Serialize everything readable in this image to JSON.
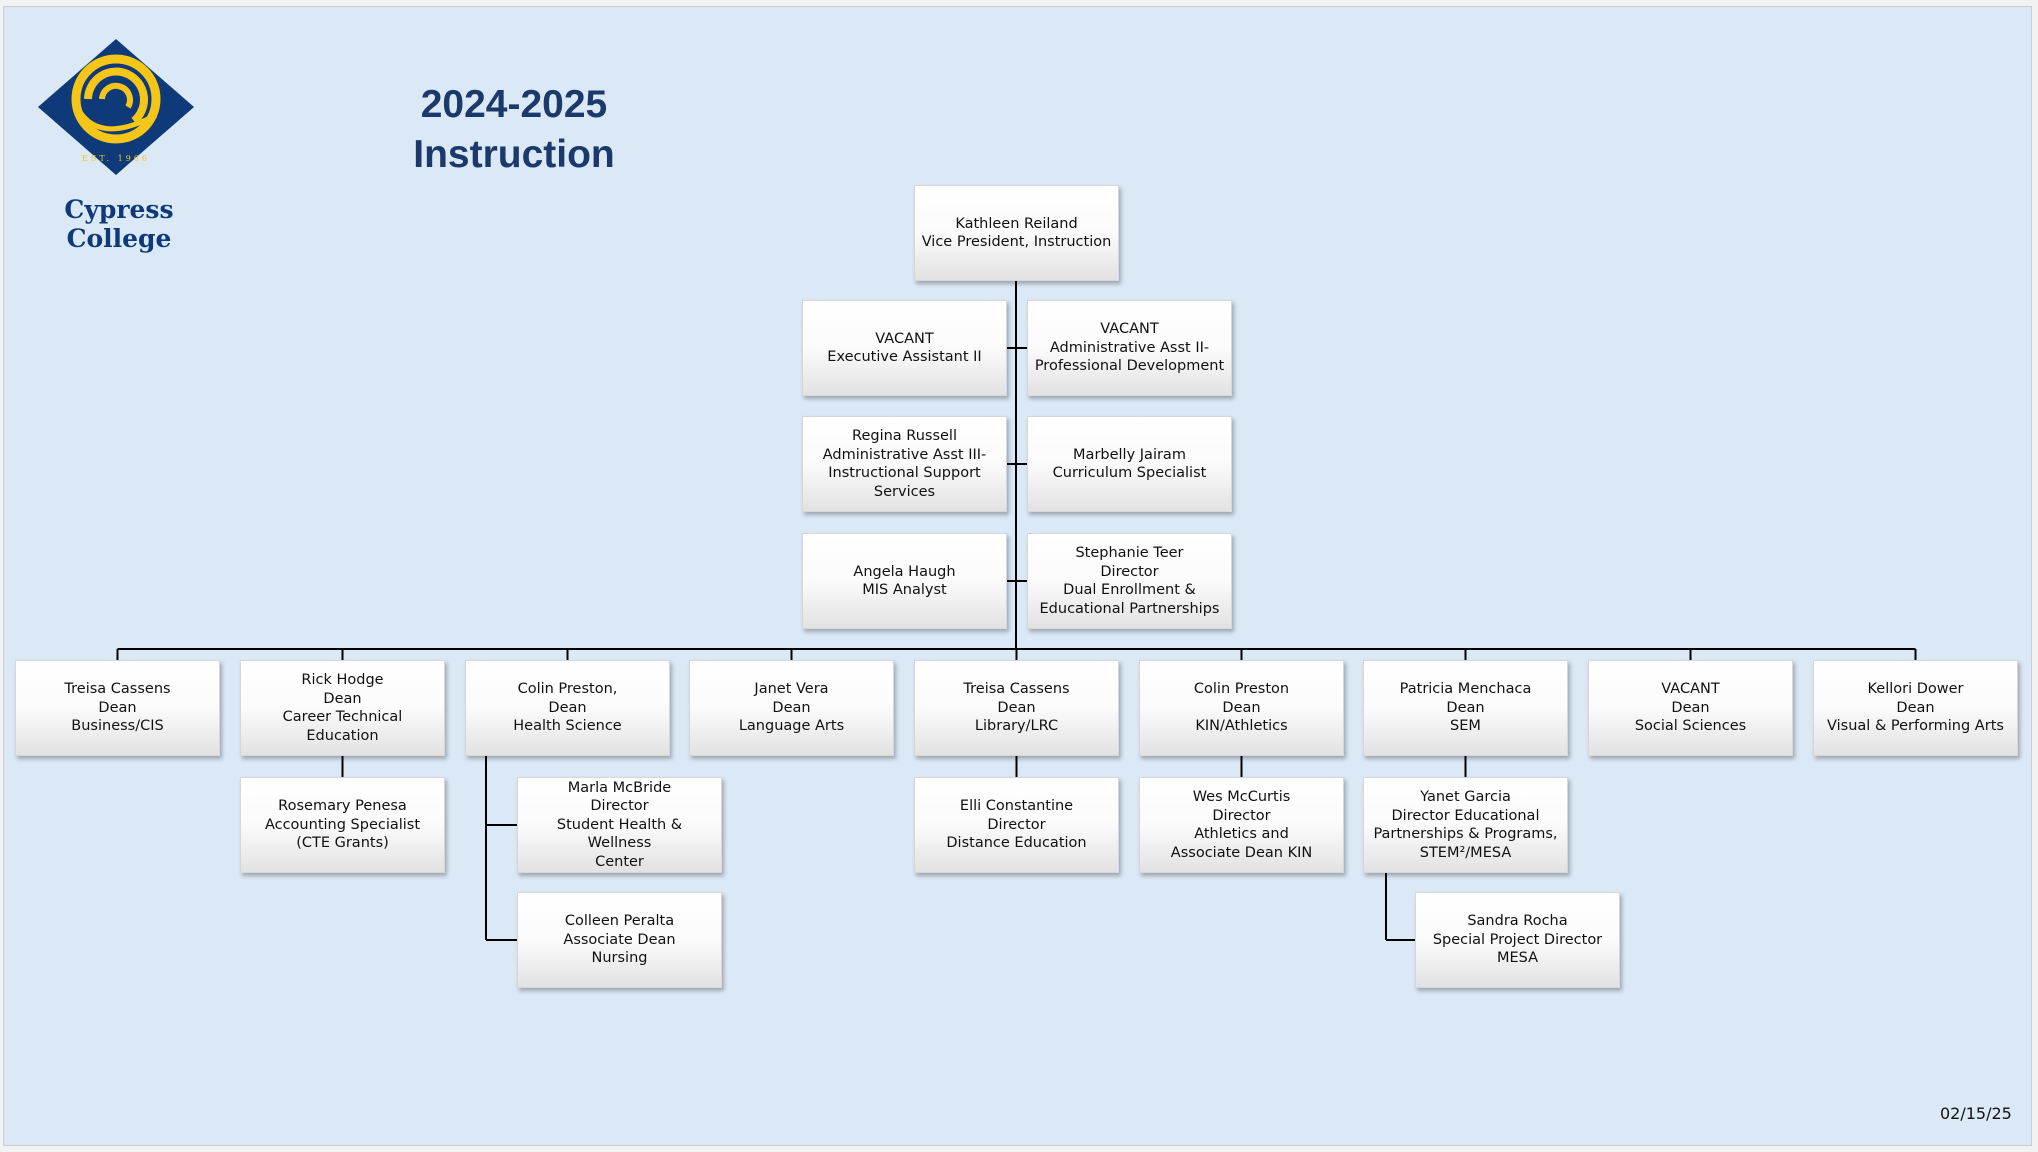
{
  "college_name": "Cypress College",
  "logo": {
    "icon": "cypress-college-seal-icon",
    "inscription": "EST. 1966",
    "colors": {
      "blue": "#0e3a7a",
      "gold": "#f5c518"
    }
  },
  "title": {
    "year": "2024-2025",
    "department": "Instruction"
  },
  "date": "02/15/25",
  "colors": {
    "background": "#dbe8f6",
    "title": "#1b3a6b",
    "line": "#000000"
  },
  "org_chart": {
    "root": {
      "id": "vp",
      "lines": [
        "Kathleen Reiland",
        "Vice President, Instruction"
      ]
    },
    "staff": [
      {
        "id": "s1",
        "lines": [
          "VACANT",
          "Executive Assistant II"
        ]
      },
      {
        "id": "s2",
        "lines": [
          "VACANT",
          "Administrative Asst II-",
          "Professional Development"
        ]
      },
      {
        "id": "s3",
        "lines": [
          "Regina Russell",
          "Administrative Asst III-",
          "Instructional Support",
          "Services"
        ]
      },
      {
        "id": "s4",
        "lines": [
          "Marbelly Jairam",
          "Curriculum Specialist"
        ]
      },
      {
        "id": "s5",
        "lines": [
          "Angela Haugh",
          "MIS Analyst"
        ]
      },
      {
        "id": "s6",
        "lines": [
          "Stephanie Teer",
          "Director",
          "Dual Enrollment &",
          "Educational Partnerships"
        ]
      }
    ],
    "deans": [
      {
        "id": "d1",
        "lines": [
          "Treisa Cassens",
          "Dean",
          "Business/CIS"
        ]
      },
      {
        "id": "d2",
        "lines": [
          "Rick Hodge",
          "Dean",
          "Career Technical Education"
        ]
      },
      {
        "id": "d3",
        "lines": [
          "Colin Preston,",
          "Dean",
          "Health Science"
        ]
      },
      {
        "id": "d4",
        "lines": [
          "Janet Vera",
          "Dean",
          "Language Arts"
        ]
      },
      {
        "id": "d5",
        "lines": [
          "Treisa Cassens",
          "Dean",
          "Library/LRC"
        ]
      },
      {
        "id": "d6",
        "lines": [
          "Colin Preston",
          "Dean",
          "KIN/Athletics"
        ]
      },
      {
        "id": "d7",
        "lines": [
          "Patricia Menchaca",
          "Dean",
          "SEM"
        ]
      },
      {
        "id": "d8",
        "lines": [
          "VACANT",
          "Dean",
          "Social Sciences"
        ]
      },
      {
        "id": "d9",
        "lines": [
          "Kellori Dower",
          "Dean",
          "Visual & Performing Arts"
        ]
      }
    ],
    "reports": [
      {
        "id": "r1",
        "parent": "d2",
        "lines": [
          "Rosemary Penesa",
          "Accounting Specialist",
          "(CTE Grants)"
        ]
      },
      {
        "id": "r2",
        "parent": "d3",
        "lines": [
          "Marla McBride",
          "Director",
          "Student Health & Wellness",
          "Center"
        ]
      },
      {
        "id": "r3",
        "parent": "d3",
        "lines": [
          "Colleen Peralta",
          "Associate Dean",
          "Nursing"
        ]
      },
      {
        "id": "r4",
        "parent": "d5",
        "lines": [
          "Elli Constantine",
          "Director",
          "Distance Education"
        ]
      },
      {
        "id": "r5",
        "parent": "d6",
        "lines": [
          "Wes McCurtis",
          "Director",
          "Athletics and",
          "Associate Dean KIN"
        ]
      },
      {
        "id": "r6",
        "parent": "d7",
        "lines": [
          "Yanet Garcia",
          "Director Educational",
          "Partnerships & Programs,",
          "STEM²/MESA"
        ]
      },
      {
        "id": "r7",
        "parent": "r6",
        "lines": [
          "Sandra Rocha",
          "Special Project Director",
          "MESA"
        ]
      }
    ]
  }
}
